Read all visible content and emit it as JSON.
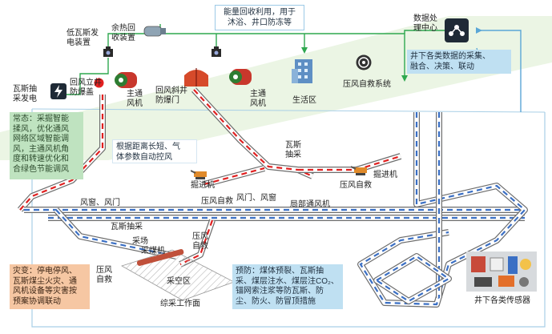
{
  "labels": {
    "gas_pump_gen": "瓦斯抽\n采发电",
    "low_gas_gen": "低瓦斯发\n电装置",
    "waste_heat": "余热回\n收装置",
    "return_shaft": "回风立井\n防爆盖",
    "main_fan_1": "主通\n风机",
    "incline_door": "回风斜井\n防爆门",
    "main_fan_2": "主通\n风机",
    "living_area": "生活区",
    "compressed_air_system": "压风自救系统",
    "data_center": "数据处\n理中心",
    "gas_extract_mid": "瓦斯\n抽采",
    "roadheader_1": "掘进机",
    "roadheader_2": "掘进机",
    "air_rescue_1": "压风自救",
    "air_rescue_2": "压风自救",
    "air_door_window": "风窗、风门",
    "door_window_2": "风门、风窗",
    "local_fan": "局部通风机",
    "gas_extract_low": "瓦斯抽采",
    "goaf": "采场",
    "shearer": "采煤机",
    "air_rescue_3": "压风\n自救",
    "air_rescue_4": "压风\n自救",
    "gob_area": "采空区",
    "working_face": "综采工作面",
    "sensors": "井下各类传感器"
  },
  "boxes": {
    "energy_recovery": "能量回收利用，用于\n沐浴、井口防冻等",
    "data_fusion": "井下各类数据的采集、\n融合、决策、联动",
    "normal": "常态：采掘智能\n揉风，优化通风\n网络区域智能调\n风，主通风机角\n度和转速优化和\n合绿色节能调风",
    "auto_control": "根据距离长短、气\n体参数自动控风",
    "disaster": "灾变：停电停风、\n瓦斯煤尘火灾、通\n风机设备等灾害按\n预案协调联动",
    "prevention": "预防：煤体预裂、瓦斯抽\n采、煤层注水、煤层注CO₂、\n锚网索注浆等防瓦斯、防\n尘、防火、防冒顶措施"
  },
  "colors": {
    "airflow_in": "#3a6fc4",
    "airflow_out": "#e02020",
    "energy_line": "#2fa84f",
    "data_line": "#5aa6d6",
    "surface": "#ebf5e4"
  }
}
